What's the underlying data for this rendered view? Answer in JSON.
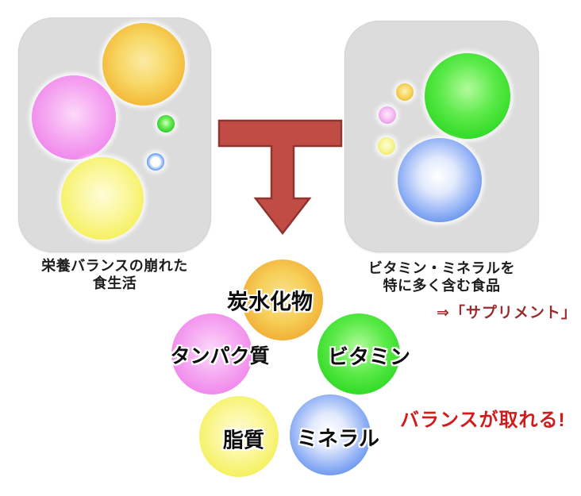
{
  "left_panel": {
    "caption_line1": "栄養バランスの崩れた",
    "caption_line2": "食生活",
    "balls": [
      {
        "name": "large-orange-ball",
        "color": "#f2ae28"
      },
      {
        "name": "large-pink-ball",
        "color": "#ee7cea"
      },
      {
        "name": "large-yellow-ball",
        "color": "#f3ee4a"
      },
      {
        "name": "small-green-ball",
        "color": "#2ecc2e"
      },
      {
        "name": "small-blue-ball",
        "color": "#3a78e8"
      }
    ]
  },
  "right_panel": {
    "caption_line1": "ビタミン・ミネラルを",
    "caption_line2": "特に多く含む食品",
    "supplement_note": "⇒「サプリメント」",
    "balls": [
      {
        "name": "small-orange-ball",
        "color": "#e9b21f"
      },
      {
        "name": "small-pink-ball",
        "color": "#df8ade"
      },
      {
        "name": "small-yellow-ball",
        "color": "#e9e546"
      },
      {
        "name": "large-green-ball",
        "color": "#27d71d"
      },
      {
        "name": "large-blue-ball",
        "color": "#4a80e8"
      }
    ]
  },
  "arrow": {
    "name": "merge-down-arrow",
    "fill": "#c14b45",
    "outline": "#8f342e"
  },
  "nutrients": [
    {
      "label": "炭水化物",
      "color": "#f0a42c"
    },
    {
      "label": "タンパク質",
      "color": "#ee7cea"
    },
    {
      "label": "ビタミン",
      "color": "#27d71d"
    },
    {
      "label": "脂質",
      "color": "#f3ee4a"
    },
    {
      "label": "ミネラル",
      "color": "#4a80e8"
    }
  ],
  "result_text": "バランスが取れる!",
  "text_colors": {
    "caption": "#1d1d1d",
    "supplement_red": "#9e2b2b",
    "result_red": "#d01c1c"
  }
}
